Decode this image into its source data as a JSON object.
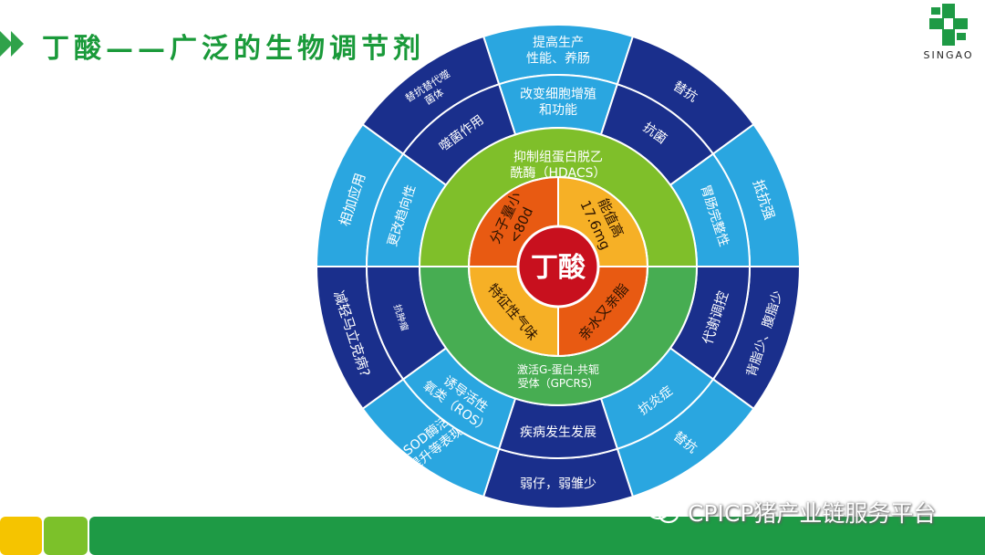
{
  "title": "丁酸——广泛的生物调节剂",
  "logo": {
    "text": "SINGAO",
    "icon": "singao-logo-icon"
  },
  "watermark": {
    "text": "CPICP猪产业链服务平台",
    "icon": "wechat-icon"
  },
  "diagram": {
    "center_label": "丁酸",
    "core_quadrants": [
      {
        "id": "q-tl",
        "label": "分子量小\n<80d",
        "color": "#e85a12"
      },
      {
        "id": "q-tr",
        "label": "能值高\n17.6mg",
        "color": "#f6b026"
      },
      {
        "id": "q-br",
        "label": "亲水又亲脂",
        "color": "#e85a12"
      },
      {
        "id": "q-bl",
        "label": "特征性气味",
        "color": "#f6b026"
      }
    ],
    "mid_ring": [
      {
        "label": "抑制组蛋白脱乙\n酰酶（HDACS）",
        "color": "#7fbf2a"
      },
      {
        "label": "激活G-蛋白-共轭\n受体（GPCRS）",
        "color": "#47ad52"
      }
    ],
    "inner_ring": [
      {
        "label": "改变细胞增殖\n和功能",
        "color": "#2aa6e0"
      },
      {
        "label": "抗菌",
        "color": "#1a2f8c"
      },
      {
        "label": "胃肠完整性",
        "color": "#2aa6e0"
      },
      {
        "label": "代谢调控",
        "color": "#1a2f8c"
      },
      {
        "label": "抗炎症",
        "color": "#2aa6e0"
      },
      {
        "label": "疾病发生发展",
        "color": "#1a2f8c"
      },
      {
        "label": "诱导活性\n氧类（ROS）",
        "color": "#2aa6e0"
      },
      {
        "label": "抗肿瘤",
        "color": "#1a2f8c"
      },
      {
        "label": "更改趋向性",
        "color": "#2aa6e0"
      },
      {
        "label": "噬菌作用",
        "color": "#1a2f8c"
      }
    ],
    "outer_ring": [
      {
        "label": "提高生产\n性能、养肠",
        "color": "#2aa6e0"
      },
      {
        "label": "替抗",
        "color": "#1a2f8c"
      },
      {
        "label": "抵抗强",
        "color": "#2aa6e0"
      },
      {
        "label": "背脂少、腹脂少",
        "color": "#1a2f8c"
      },
      {
        "label": "替抗",
        "color": "#2aa6e0"
      },
      {
        "label": "弱仔，弱雏少",
        "color": "#1a2f8c"
      },
      {
        "label": "SOD酶活\n提升等表现",
        "color": "#2aa6e0"
      },
      {
        "label": "减轻马立克病?",
        "color": "#1a2f8c"
      },
      {
        "label": "相加应用",
        "color": "#2aa6e0"
      },
      {
        "label": "替抗替代噬\n菌体",
        "color": "#1a2f8c"
      }
    ]
  }
}
